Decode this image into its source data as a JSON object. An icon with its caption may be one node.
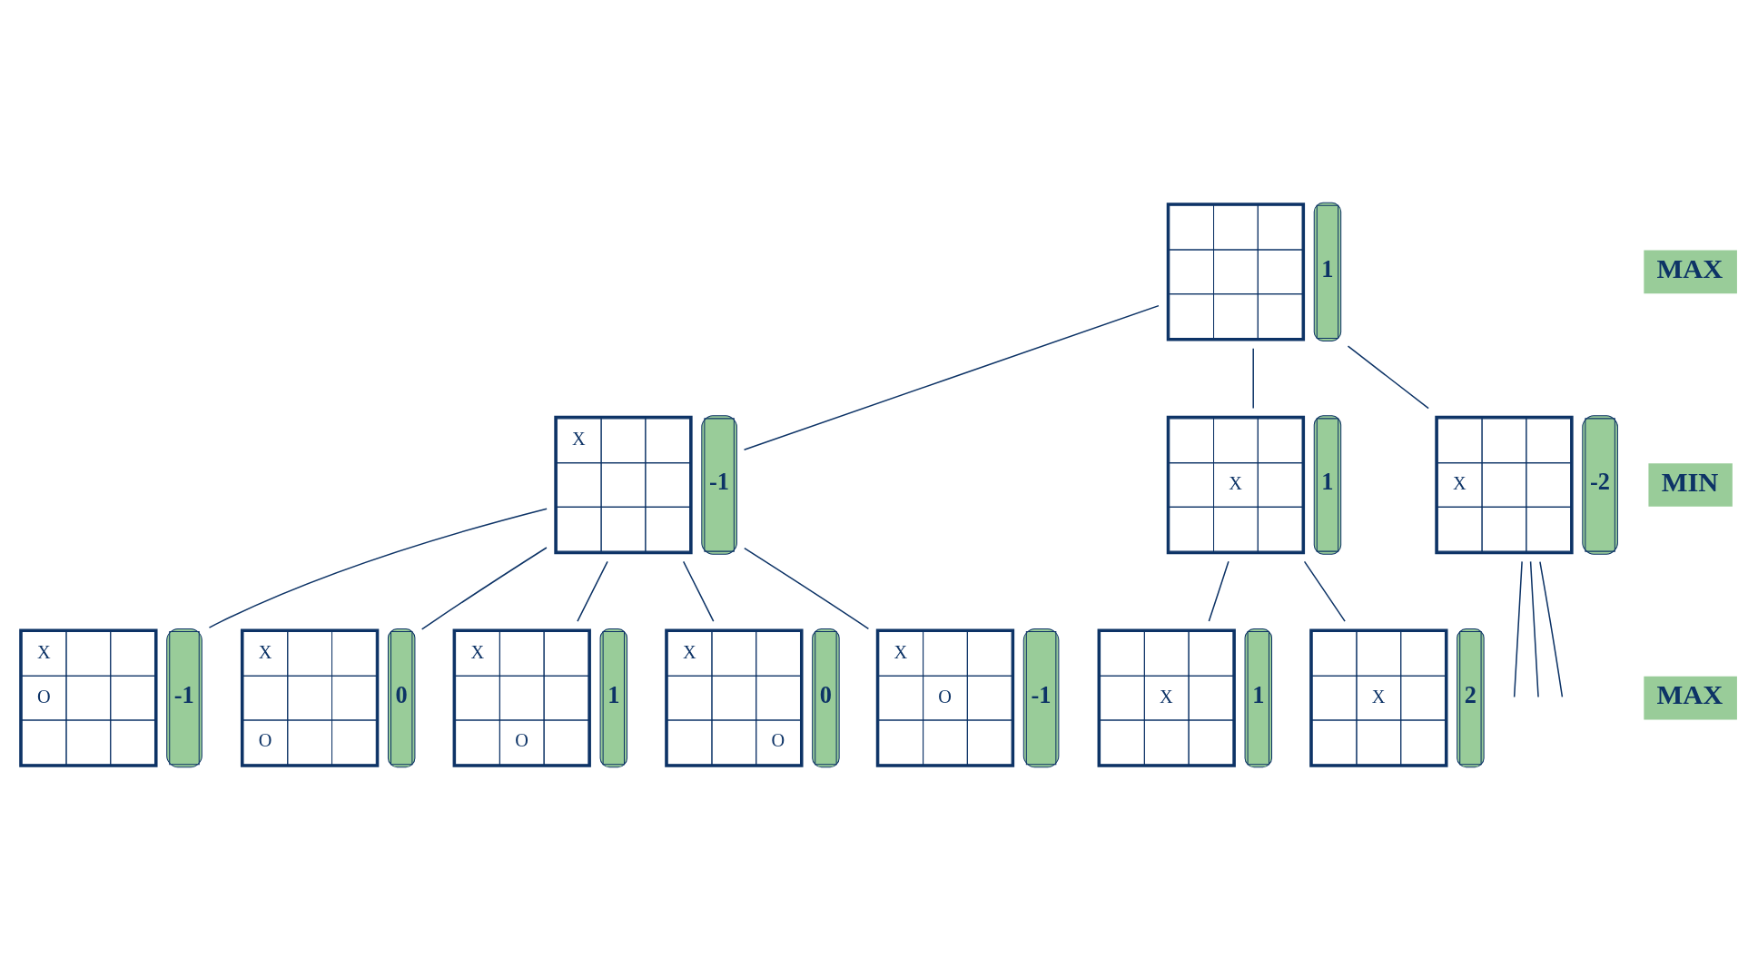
{
  "diagram": {
    "nodes": [
      {
        "text": [],
        "shape": "box",
        "beside": [
          "1"
        ]
      },
      {
        "text": [
          "X"
        ],
        "beside": [
          "-1"
        ]
      },
      {
        "text": [
          "X"
        ],
        "beside": [
          "1"
        ]
      },
      {
        "text": [
          "X"
        ],
        "beside": [
          "-2"
        ]
      },
      {
        "text": [
          "X"
        ],
        "beside": [
          "1"
        ]
      },
      {
        "text": [
          "X"
        ],
        "beside": [
          "2"
        ]
      },
      {
        "text": [
          "X",
          "O"
        ],
        "beside": [
          "-1"
        ]
      },
      {
        "text": [
          "X",
          "O"
        ],
        "beside": [
          "0"
        ]
      },
      {
        "text": [
          "X",
          "O"
        ],
        "beside": [
          "1"
        ]
      },
      {
        "text": [
          "X",
          "O"
        ],
        "beside": [
          "0"
        ]
      },
      {
        "text": [
          "X",
          "O"
        ],
        "beside": [
          "-1"
        ]
      }
    ],
    "edges": [
      {
        "from": 0,
        "to": 1,
        "arrow": "none"
      },
      {
        "from": 0,
        "to": 2,
        "arrow": "none"
      },
      {
        "from": 0,
        "to": 3,
        "arrow": "none"
      },
      {
        "from": 2,
        "to": 4,
        "arrow": "none"
      },
      {
        "from": 2,
        "to": 5,
        "arrow": "none"
      },
      {
        "from": 1,
        "to": 6,
        "arrow": "none"
      },
      {
        "from": 1,
        "to": 7,
        "arrow": "none"
      },
      {
        "from": 1,
        "to": 8,
        "arrow": "none"
      },
      {
        "from": 1,
        "to": 9,
        "arrow": "none"
      },
      {
        "from": 1,
        "to": 10,
        "arrow": "none"
      },
      {
        "from": 3,
        "to": null,
        "arrow": "none"
      },
      {
        "from": 3,
        "to": null,
        "arrow": "none"
      },
      {
        "from": 3,
        "to": null,
        "arrow": "none"
      }
    ],
    "labels": [
      "MAX",
      "MIN",
      "MAX"
    ]
  }
}
